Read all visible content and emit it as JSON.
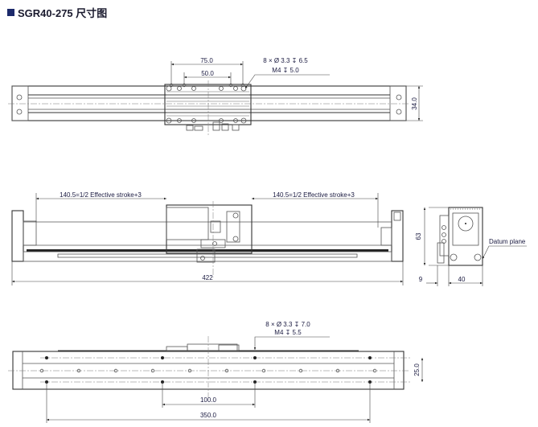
{
  "title": "SGR40-275 尺寸图",
  "top_view": {
    "dim_outer": "75.0",
    "dim_inner": "50.0",
    "callout_line1": "8 × Ø 3.3 ↧ 6.5",
    "callout_line2": "M4  ↧ 5.0",
    "dim_height": "34.0"
  },
  "side_view": {
    "dim_left": "140.5=1/2 Effective stroke+3",
    "dim_right": "140.5=1/2 Effective stroke+3",
    "dim_length": "422"
  },
  "end_view": {
    "dim_height": "63",
    "dim_offset": "9",
    "dim_width": "40",
    "datum_label": "Datum plane"
  },
  "bottom_view": {
    "callout_line1": "8 × Ø 3.3 ↧ 7.0",
    "callout_line2": "M4  ↧ 5.5",
    "dim_pitch": "100.0",
    "dim_span": "350.0",
    "dim_height": "25.0"
  }
}
